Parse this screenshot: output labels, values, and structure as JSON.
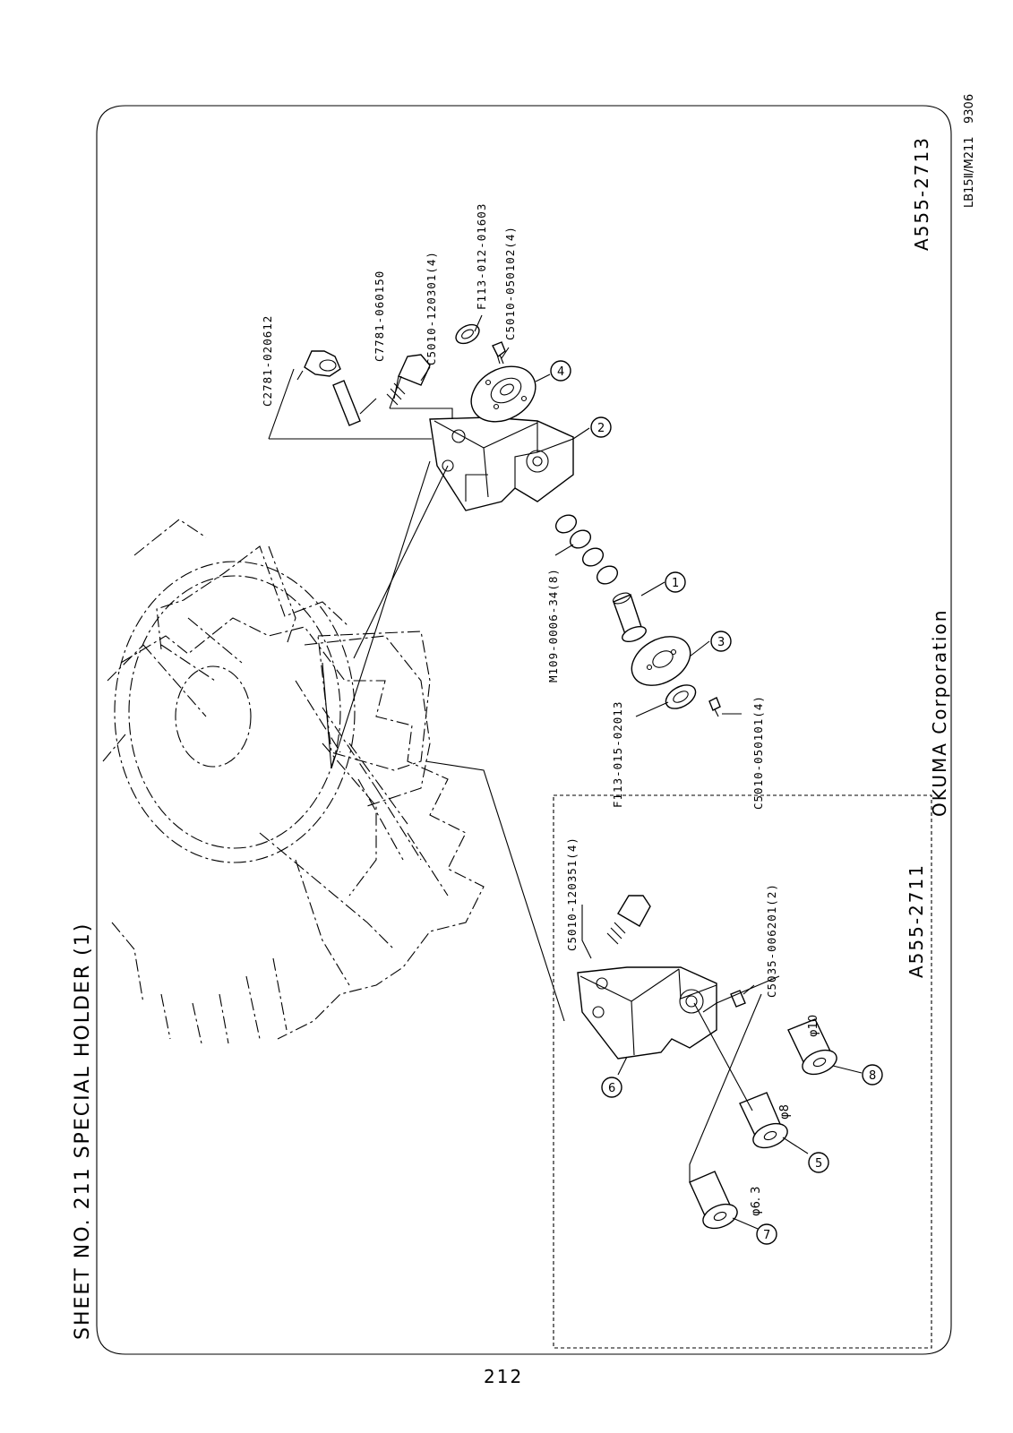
{
  "sheet": {
    "title": "SHEET NO. 211   SPECIAL HOLDER (1)",
    "page_number": "212",
    "date_code": "9306",
    "model": "LB15Ⅱ/M211",
    "company": "OKUMA Corporation"
  },
  "assemblies": {
    "main": "A555-2713",
    "sub": "A555-2711"
  },
  "part_labels": {
    "C2781_020612": "C2781-020612",
    "C7781_060150": "C7781-060150",
    "C5010_120301": "C5010-120301(4)",
    "F113_012_01603": "F113-012-01603",
    "C5010_050102": "C5010-050102(4)",
    "M109_0006_34": "M109-0006-34(8)",
    "F113_015_02013": "F113-015-02013",
    "C5010_050101": "C5010-050101(4)",
    "C5010_120351": "C5010-120351(4)",
    "C5035_006201": "C5035-006201(2)"
  },
  "diameters": {
    "d10": "φ10",
    "d8": "φ8",
    "d63": "φ6. 3"
  },
  "item_numbers": [
    "1",
    "2",
    "3",
    "4",
    "5",
    "6",
    "7",
    "8"
  ]
}
